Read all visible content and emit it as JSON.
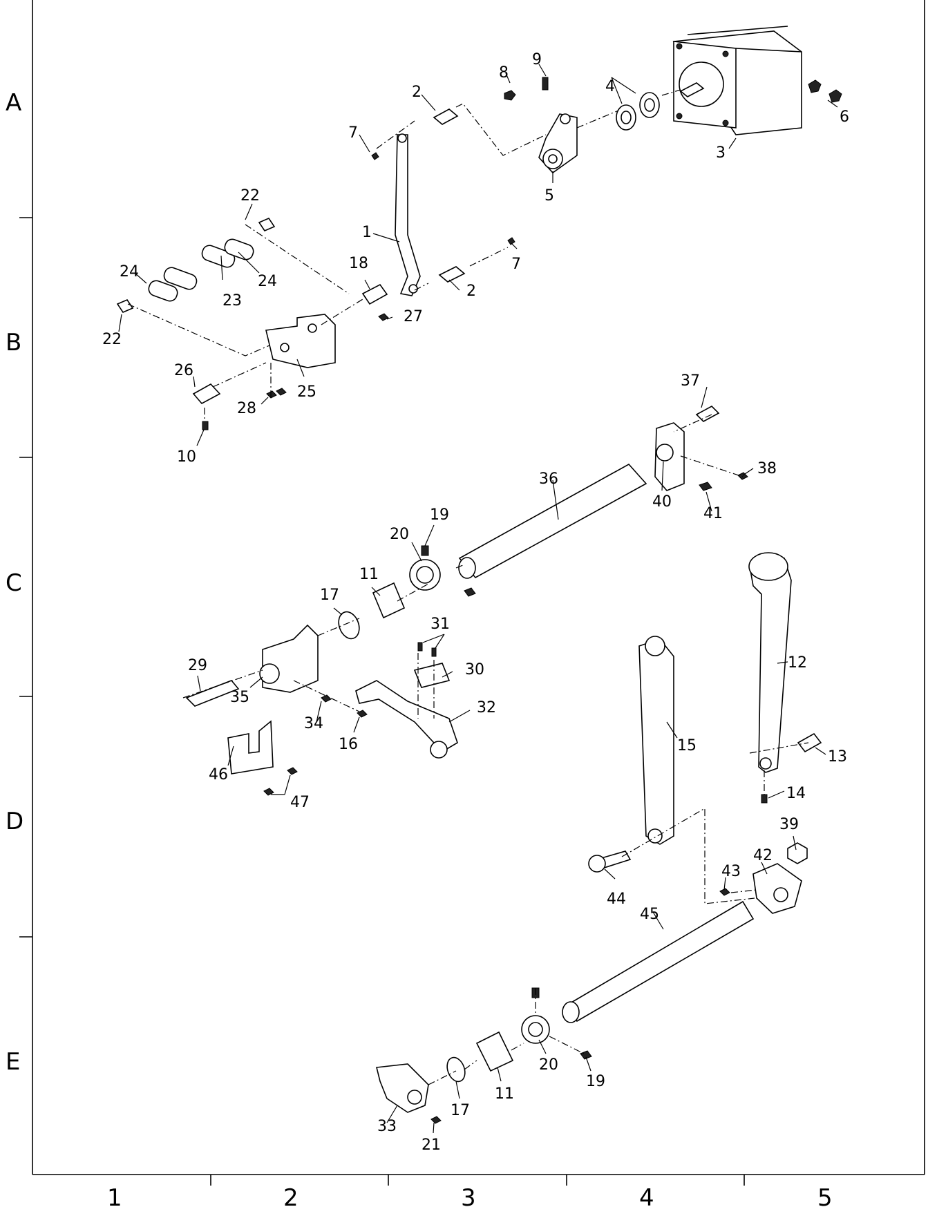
{
  "grid": {
    "rows": [
      "A",
      "B",
      "C",
      "D",
      "E"
    ],
    "columns": [
      "1",
      "2",
      "3",
      "4",
      "5"
    ]
  },
  "callouts": [
    "1",
    "2",
    "2",
    "3",
    "4",
    "5",
    "6",
    "7",
    "7",
    "8",
    "9",
    "10",
    "11",
    "11",
    "12",
    "13",
    "14",
    "15",
    "16",
    "17",
    "17",
    "18",
    "19",
    "19",
    "20",
    "20",
    "21",
    "22",
    "22",
    "23",
    "24",
    "24",
    "25",
    "26",
    "27",
    "28",
    "29",
    "30",
    "31",
    "32",
    "33",
    "34",
    "35",
    "36",
    "37",
    "38",
    "39",
    "40",
    "41",
    "42",
    "43",
    "44",
    "45",
    "46",
    "47"
  ],
  "colors": {
    "line": "#000000",
    "background": "#ffffff"
  }
}
